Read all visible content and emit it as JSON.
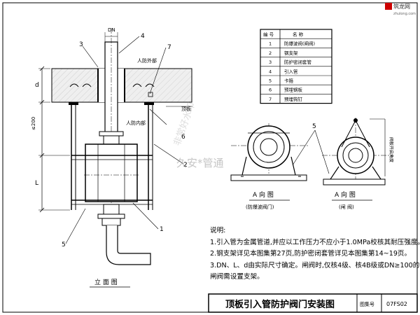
{
  "logo": {
    "name": "筑龙网",
    "url": "zhulong.com"
  },
  "labels": {
    "dn": "DN",
    "n1": "1",
    "n2": "2",
    "n3": "3",
    "n4": "4",
    "n5": "5",
    "n6": "6",
    "n7": "7",
    "outer": "人防外部",
    "inner": "人防内部",
    "roof": "顶板",
    "d": "d",
    "dim200": "≤200",
    "L": "L",
    "elev": "立 面 图",
    "viewA1": "A 向 图",
    "viewA1_sub": "(防爆波阀门)",
    "viewA2": "A 向 图",
    "viewA2_sub": "(闸  阀)",
    "n5_top": "5",
    "side_note": "阀板开启角度"
  },
  "parts_table": {
    "headers": [
      "编 号",
      "名    称"
    ],
    "rows": [
      [
        "1",
        "防爆波阀(闸阀)"
      ],
      [
        "2",
        "钢支架"
      ],
      [
        "3",
        "防护密闭套管"
      ],
      [
        "4",
        "引入管"
      ],
      [
        "5",
        "卡箍"
      ],
      [
        "6",
        "预埋钢板"
      ],
      [
        "7",
        "预埋钩钉"
      ]
    ]
  },
  "notes": {
    "title": "说明:",
    "lines": [
      "1.引入管为金属管道,并应以工作压力不应小于1.0MPa校核其耐压强度。",
      "2.钢支架详见本图集第27页,防护密闭套管详见本图集第14~19页。",
      "3.DN、L、d由实际尺寸确定。闸阀时,仅核4级、核4B级或DN≥100的",
      "闸阀需设置支架。"
    ]
  },
  "title_block": {
    "title": "顶板引入管防护阀门安装图",
    "label": "图集号",
    "code": "07FS02"
  },
  "watermark": {
    "text1": "久安*管通",
    "text2": "非常好水印"
  }
}
